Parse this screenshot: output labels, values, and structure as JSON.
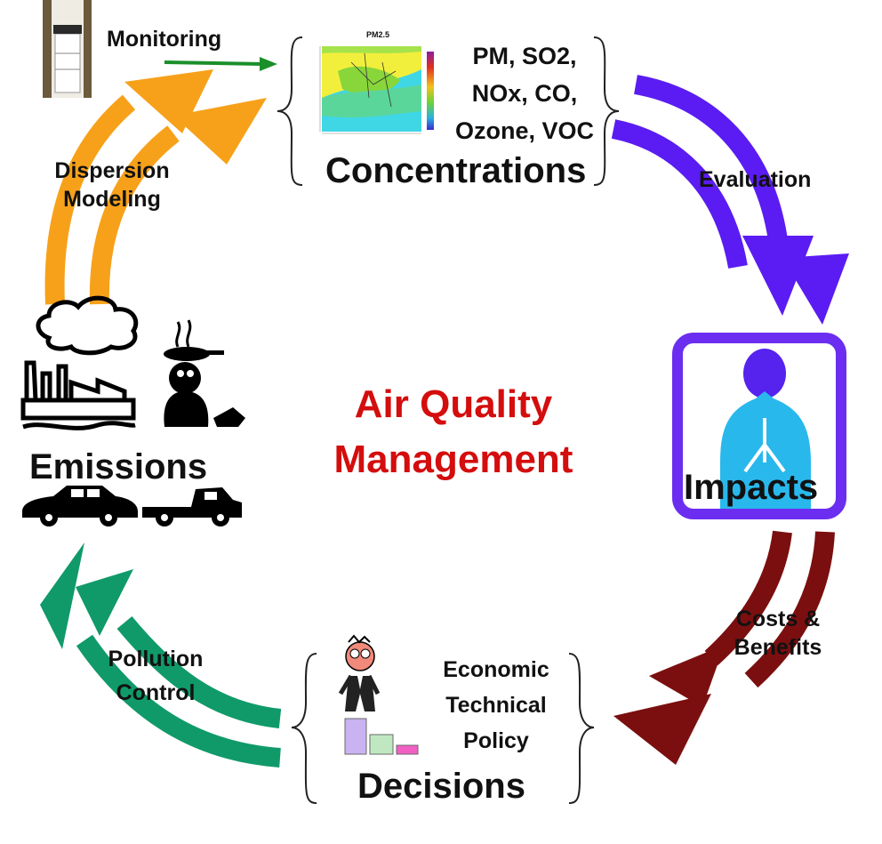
{
  "diagram": {
    "title_line1": "Air Quality",
    "title_line2": "Management",
    "nodes": {
      "concentrations": "Concentrations",
      "impacts": "Impacts",
      "decisions": "Decisions",
      "emissions": "Emissions"
    },
    "pollutants": [
      "PM, SO2,",
      "NOx, CO,",
      "Ozone, VOC"
    ],
    "decision_factors": [
      "Economic",
      "Technical",
      "Policy"
    ],
    "edges": {
      "monitoring": "Monitoring",
      "dispersion_modeling_line1": "Dispersion",
      "dispersion_modeling_line2": "Modeling",
      "evaluation": "Evaluation",
      "costs_benefits_line1": "Costs &",
      "costs_benefits_line2": "Benefits",
      "pollution_control_line1": "Pollution",
      "pollution_control_line2": "Control"
    },
    "map_thumbnail": {
      "title": "PM2.5"
    },
    "colors": {
      "title": "#d40d0d",
      "dispersion_arrow": "#f7a11a",
      "evaluation_arrow": "#5a1cf2",
      "costs_arrow": "#7b0f0f",
      "control_arrow": "#109a6a",
      "monitoring_arrow": "#1a8f2a",
      "impacts_frame": "#6b2ef0",
      "body": "#29b8ec",
      "head": "#5522ee"
    }
  }
}
